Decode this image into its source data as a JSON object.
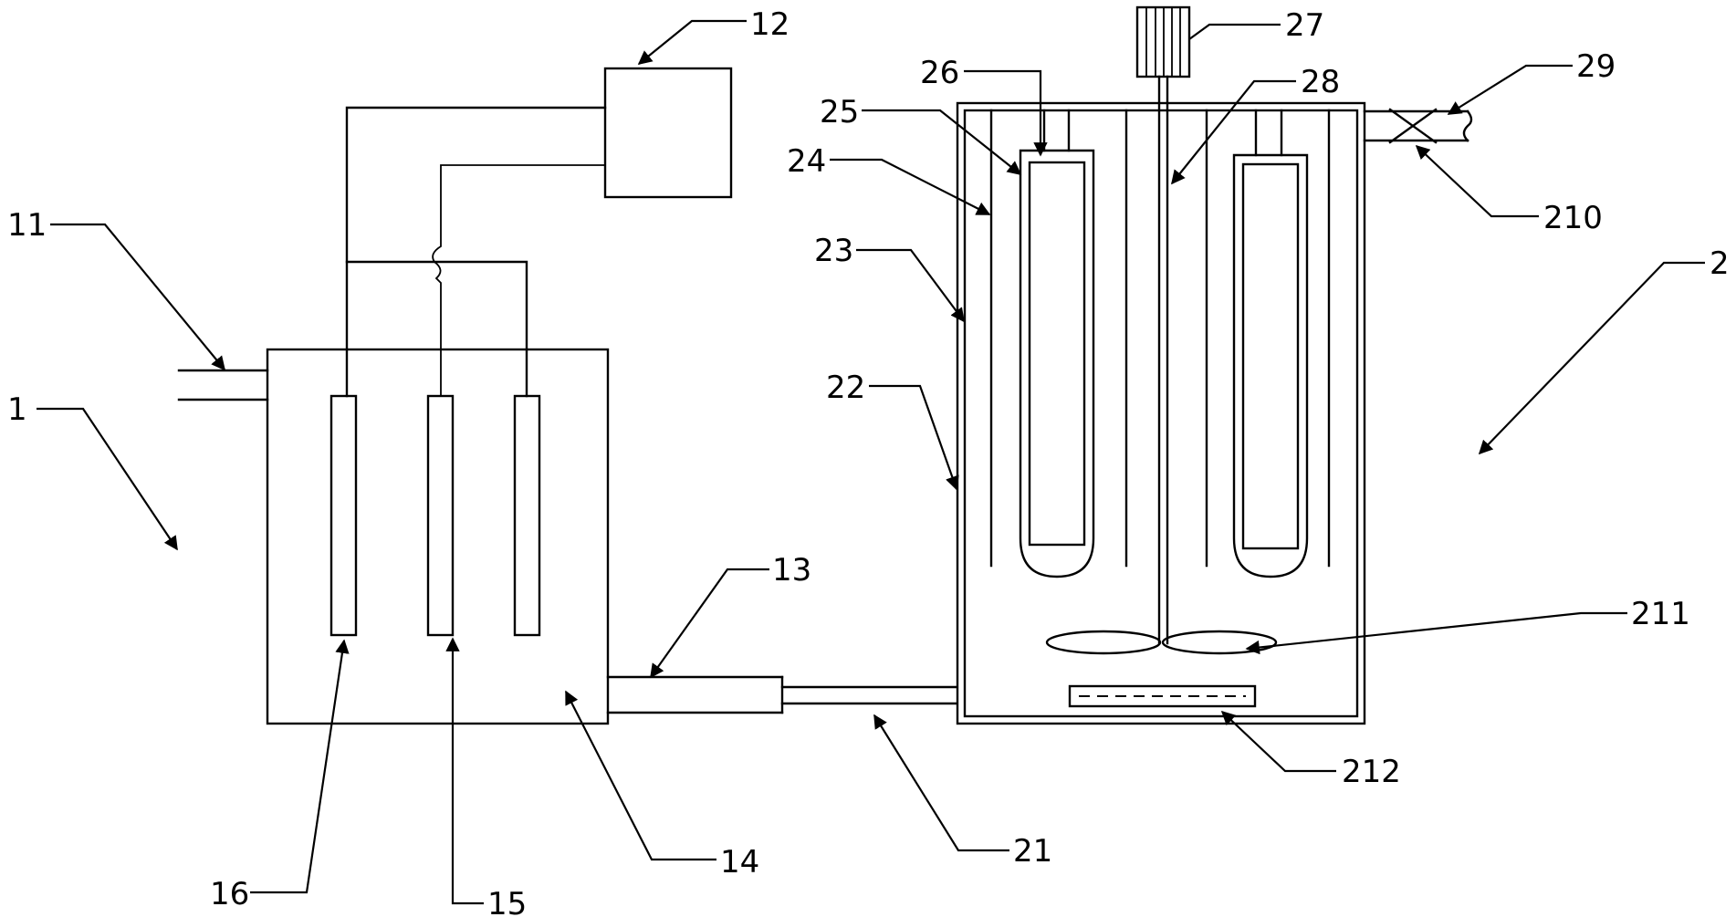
{
  "labels": {
    "l1": "1",
    "l2": "2",
    "l11": "11",
    "l12": "12",
    "l13": "13",
    "l14": "14",
    "l15": "15",
    "l16": "16",
    "l21": "21",
    "l22": "22",
    "l23": "23",
    "l24": "24",
    "l25": "25",
    "l26": "26",
    "l27": "27",
    "l28": "28",
    "l29": "29",
    "l210": "210",
    "l211": "211",
    "l212": "212"
  },
  "colors": {
    "line": "#000000",
    "background": "#ffffff"
  }
}
